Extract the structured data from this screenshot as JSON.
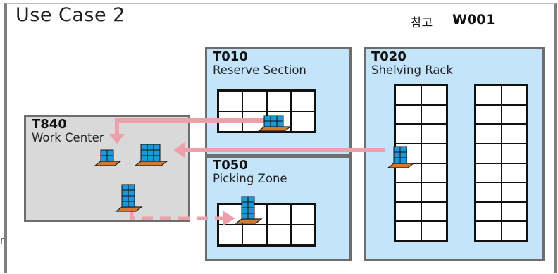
{
  "title": "Use Case 2",
  "reference": {
    "label": "참고",
    "code": "W001"
  },
  "areas": {
    "reserve": {
      "code": "T010",
      "name": "Reserve Section"
    },
    "shelving": {
      "code": "T020",
      "name": "Shelving Rack"
    },
    "picking": {
      "code": "T050",
      "name": "Picking Zone"
    },
    "workcenter": {
      "code": "T840",
      "name": "Work Center"
    }
  },
  "edge_fragment": "r",
  "colors": {
    "panel_blue": "#c3e4fb",
    "panel_grey": "#d9d9d9",
    "border": "#6d6d6d",
    "arrow_pink": "#eea0aa",
    "box_blue": "#1e96d8",
    "pallet_orange": "#d4792e"
  }
}
